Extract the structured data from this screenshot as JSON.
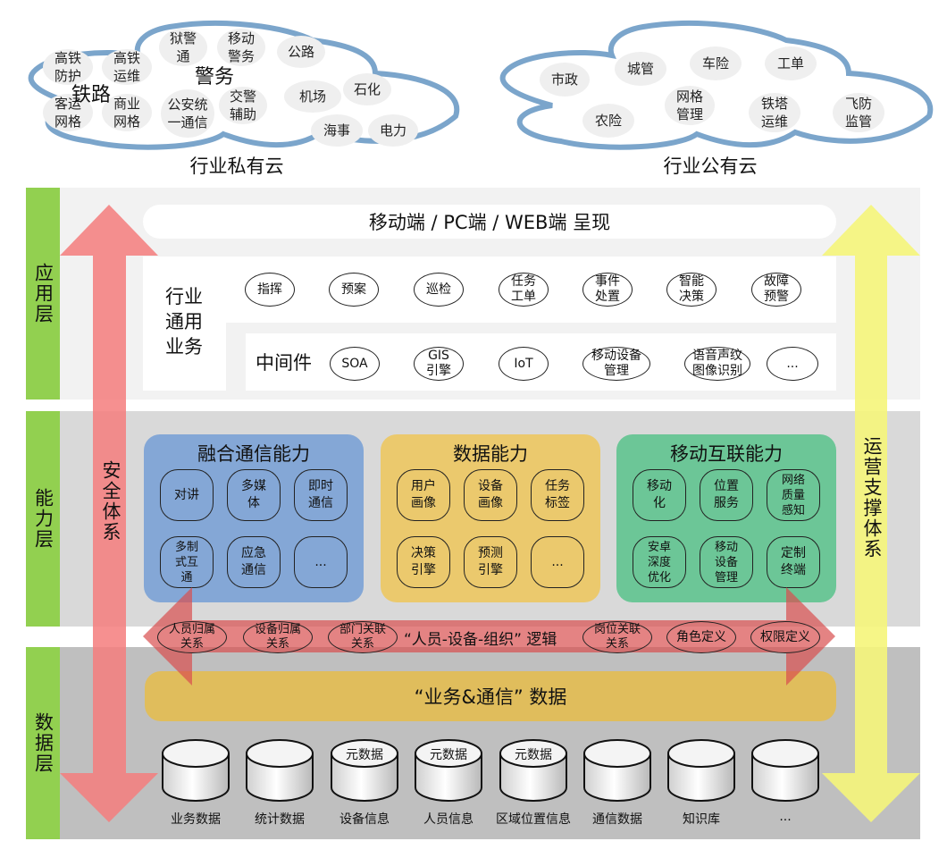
{
  "private_cloud": {
    "label": "行业私有云",
    "groups": {
      "railway": "铁路",
      "police": "警务"
    },
    "items": [
      "高铁\n防护",
      "高铁\n运维",
      "客运\n网格",
      "商业\n网格",
      "狱警\n通",
      "移动\n警务",
      "公安统\n一通信",
      "交警\n辅助",
      "公路",
      "机场",
      "石化",
      "海事",
      "电力"
    ]
  },
  "public_cloud": {
    "label": "行业公有云",
    "items": [
      "市政",
      "城管",
      "车险",
      "工单",
      "农险",
      "网格\n管理",
      "铁塔\n运维",
      "飞防\n监管"
    ]
  },
  "layers": {
    "application": "应用层",
    "capability": "能力层",
    "data": "数据层"
  },
  "side_arrows": {
    "security": "安全体系",
    "operations": "运营支撑体系"
  },
  "colors": {
    "layer_tag": "#92d050",
    "security_arrow": "#f47c7c",
    "ops_arrow": "#f5f57a",
    "comm_cap": "#84a7d6",
    "data_cap": "#ebc96d",
    "mobile_cap": "#6cc697",
    "cloud_outline": "#7ba5cb"
  },
  "application": {
    "presentation": "移动端 / PC端 / WEB端 呈现",
    "industry_label": "行业\n通用\n业务",
    "industry_items": [
      "指挥",
      "预案",
      "巡检",
      "任务\n工单",
      "事件\n处置",
      "智能\n决策",
      "故障\n预警"
    ],
    "middleware_label": "中间件",
    "middleware_items": [
      "SOA",
      "GIS\n引擎",
      "IoT",
      "移动设备\n管理",
      "语音声纹\n图像识别",
      "..."
    ]
  },
  "capability": {
    "comm": {
      "title": "融合通信能力",
      "items": [
        "对讲",
        "多媒\n体",
        "即时\n通信",
        "多制\n式互\n通",
        "应急\n通信",
        "..."
      ]
    },
    "data": {
      "title": "数据能力",
      "items": [
        "用户\n画像",
        "设备\n画像",
        "任务\n标签",
        "决策\n引擎",
        "预测\n引擎",
        "..."
      ]
    },
    "mobile": {
      "title": "移动互联能力",
      "items": [
        "移动\n化",
        "位置\n服务",
        "网络\n质量\n感知",
        "安卓\n深度\n优化",
        "移动\n设备\n管理",
        "定制\n终端"
      ]
    }
  },
  "logic": {
    "title": "“人员-设备-组织” 逻辑",
    "items_left": [
      "人员归属\n关系",
      "设备归属\n关系",
      "部门关联\n关系"
    ],
    "items_right": [
      "岗位关联\n关系",
      "角色定义",
      "权限定义"
    ]
  },
  "data_layer": {
    "banner": "“业务&通信” 数据",
    "dbs": [
      {
        "top": "",
        "label": "业务数据"
      },
      {
        "top": "",
        "label": "统计数据"
      },
      {
        "top": "元数据",
        "label": "设备信息"
      },
      {
        "top": "元数据",
        "label": "人员信息"
      },
      {
        "top": "元数据",
        "label": "区域位置信息"
      },
      {
        "top": "",
        "label": "通信数据"
      },
      {
        "top": "",
        "label": "知识库"
      },
      {
        "top": "",
        "label": "..."
      }
    ]
  }
}
